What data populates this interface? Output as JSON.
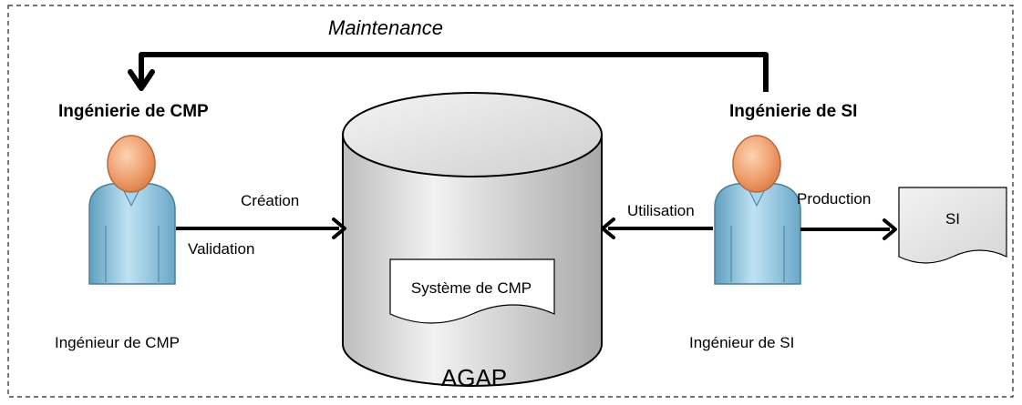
{
  "labels": {
    "maintenance": "Maintenance",
    "ingenierie_cmp": "Ingénierie de CMP",
    "ingenierie_si": "Ingénierie de SI",
    "creation": "Création",
    "validation": "Validation",
    "utilisation": "Utilisation",
    "production": "Production",
    "si_doc": "SI",
    "systeme_cmp": "Système de CMP",
    "agap": "AGAP",
    "ingenieur_cmp": "Ingénieur de CMP",
    "ingenieur_si": "Ingénieur de SI"
  },
  "colors": {
    "skin": "#f0a070",
    "body": "#8fc5e0",
    "cylinder": "#d4d4d4",
    "document": "#e6e6e6",
    "stroke": "#000000"
  },
  "icons": {
    "person_cmp": "person-icon",
    "person_si": "person-icon",
    "database": "database-cylinder-icon",
    "document": "document-icon"
  }
}
